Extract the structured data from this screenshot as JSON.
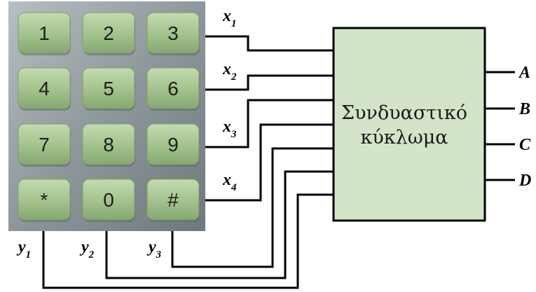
{
  "keypad": {
    "keys": [
      "1",
      "2",
      "3",
      "4",
      "5",
      "6",
      "7",
      "8",
      "9",
      "*",
      "0",
      "#"
    ]
  },
  "row_inputs": [
    {
      "var": "x",
      "sub": "1"
    },
    {
      "var": "x",
      "sub": "2"
    },
    {
      "var": "x",
      "sub": "3"
    },
    {
      "var": "x",
      "sub": "4"
    }
  ],
  "column_inputs": [
    {
      "var": "y",
      "sub": "1"
    },
    {
      "var": "y",
      "sub": "2"
    },
    {
      "var": "y",
      "sub": "3"
    }
  ],
  "circuit": {
    "title_line1": "Συνδυαστικό",
    "title_line2": "κύκλωμα"
  },
  "outputs": [
    "A",
    "B",
    "C",
    "D"
  ],
  "colors": {
    "key_face": "#a7c592",
    "keypad_bg": "#8f979b",
    "box_fill": "#d4e4c8"
  }
}
